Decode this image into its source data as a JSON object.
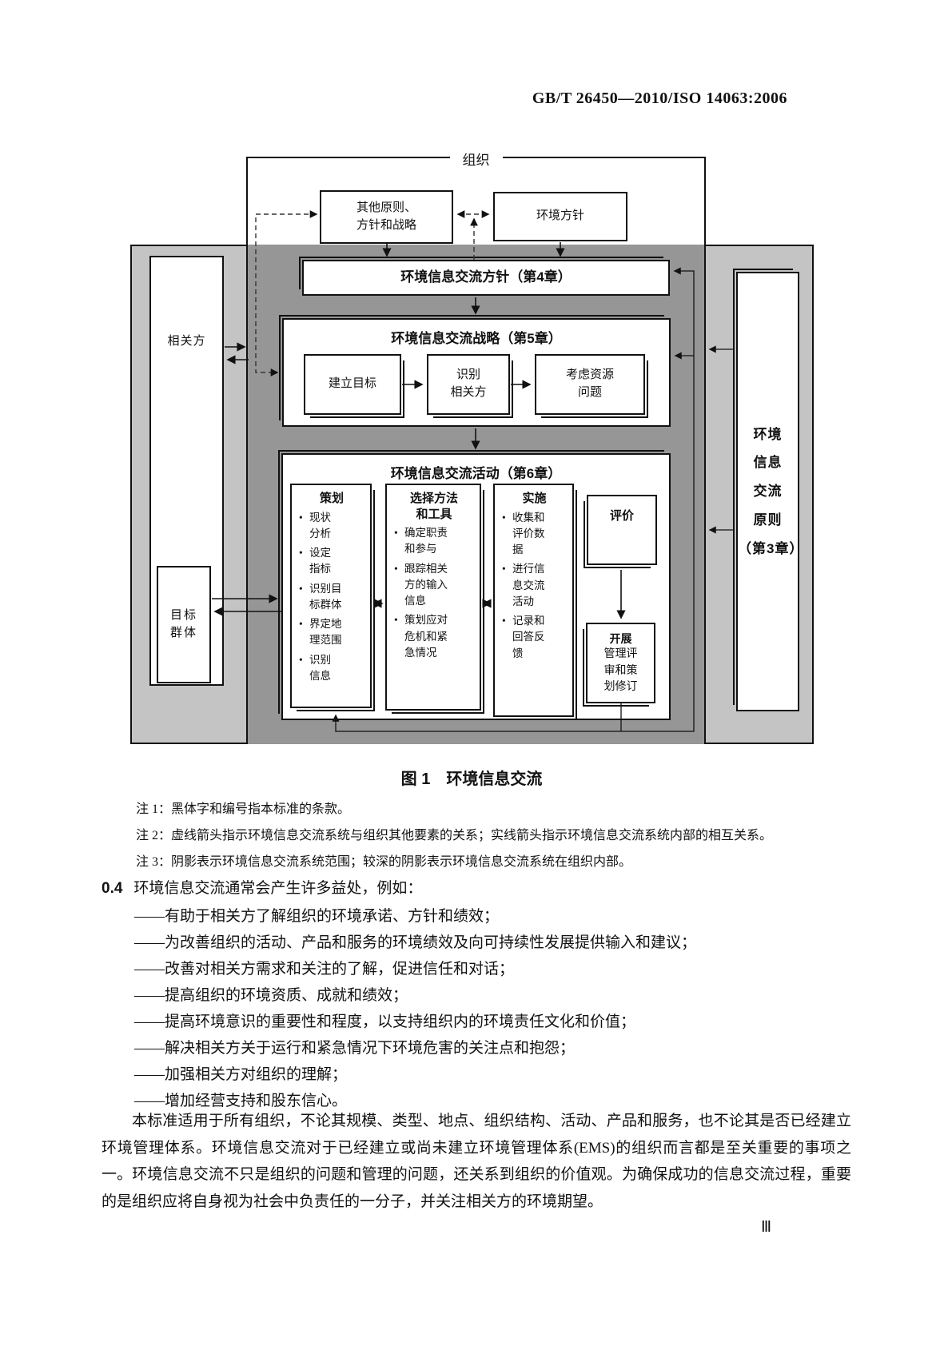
{
  "header": {
    "code": "GB/T 26450—2010/ISO 14063:2006"
  },
  "diagram": {
    "organization": "组织",
    "colors": {
      "light_shade": "#c4c4c4",
      "dark_shade": "#969696",
      "line": "#111111"
    },
    "boxes": {
      "other_principles": "其他原则、\n方针和战略",
      "env_policy": "环境方针",
      "comm_policy": "环境信息交流方针（第4章）",
      "comm_strategy": "环境信息交流战略（第5章）",
      "comm_activities": "环境信息交流活动（第6章）",
      "evaluation": "评价",
      "interested_parties": "相关方",
      "target_groups": "目标\n群体",
      "principles": "环境\n信息\n交流\n原则\n（第3章）"
    },
    "strategy_steps": [
      "建立目标",
      "识别\n相关方",
      "考虑资源\n问题"
    ],
    "planning": {
      "title": "策划",
      "items": [
        "现状\n分析",
        "设定\n指标",
        "识别目\n标群体",
        "界定地\n理范围",
        "识别\n信息"
      ]
    },
    "methods": {
      "title": "选择方法\n和工具",
      "items": [
        "确定职责\n和参与",
        "跟踪相关\n方的输入\n信息",
        "策划应对\n危机和紧\n急情况"
      ]
    },
    "implementation": {
      "title": "实施",
      "items": [
        "收集和\n评价数\n据",
        "进行信\n息交流\n活动",
        "记录和\n回答反\n馈"
      ]
    },
    "review": {
      "bold": "开展",
      "rest": "管理评\n审和策\n划修订"
    }
  },
  "caption": "图 1　环境信息交流",
  "notes": [
    "注 1：黑体字和编号指本标准的条款。",
    "注 2：虚线箭头指示环境信息交流系统与组织其他要素的关系；实线箭头指示环境信息交流系统内部的相互关系。",
    "注 3：阴影表示环境信息交流系统范围；较深的阴影表示环境信息交流系统在组织内部。"
  ],
  "section_0_4": {
    "num": "0.4",
    "text": "环境信息交流通常会产生许多益处，例如：",
    "benefits": [
      "——有助于相关方了解组织的环境承诺、方针和绩效；",
      "——为改善组织的活动、产品和服务的环境绩效及向可持续性发展提供输入和建议；",
      "——改善对相关方需求和关注的了解，促进信任和对话；",
      "——提高组织的环境资质、成就和绩效；",
      "——提高环境意识的重要性和程度，以支持组织内的环境责任文化和价值；",
      "——解决相关方关于运行和紧急情况下环境危害的关注点和抱怨；",
      "——加强相关方对组织的理解；",
      "——增加经营支持和股东信心。"
    ]
  },
  "closing_paragraph": "本标准适用于所有组织，不论其规模、类型、地点、组织结构、活动、产品和服务，也不论其是否已经建立环境管理体系。环境信息交流对于已经建立或尚未建立环境管理体系(EMS)的组织而言都是至关重要的事项之一。环境信息交流不只是组织的问题和管理的问题，还关系到组织的价值观。为确保成功的信息交流过程，重要的是组织应将自身视为社会中负责任的一分子，并关注相关方的环境期望。",
  "page_number": "Ⅲ"
}
